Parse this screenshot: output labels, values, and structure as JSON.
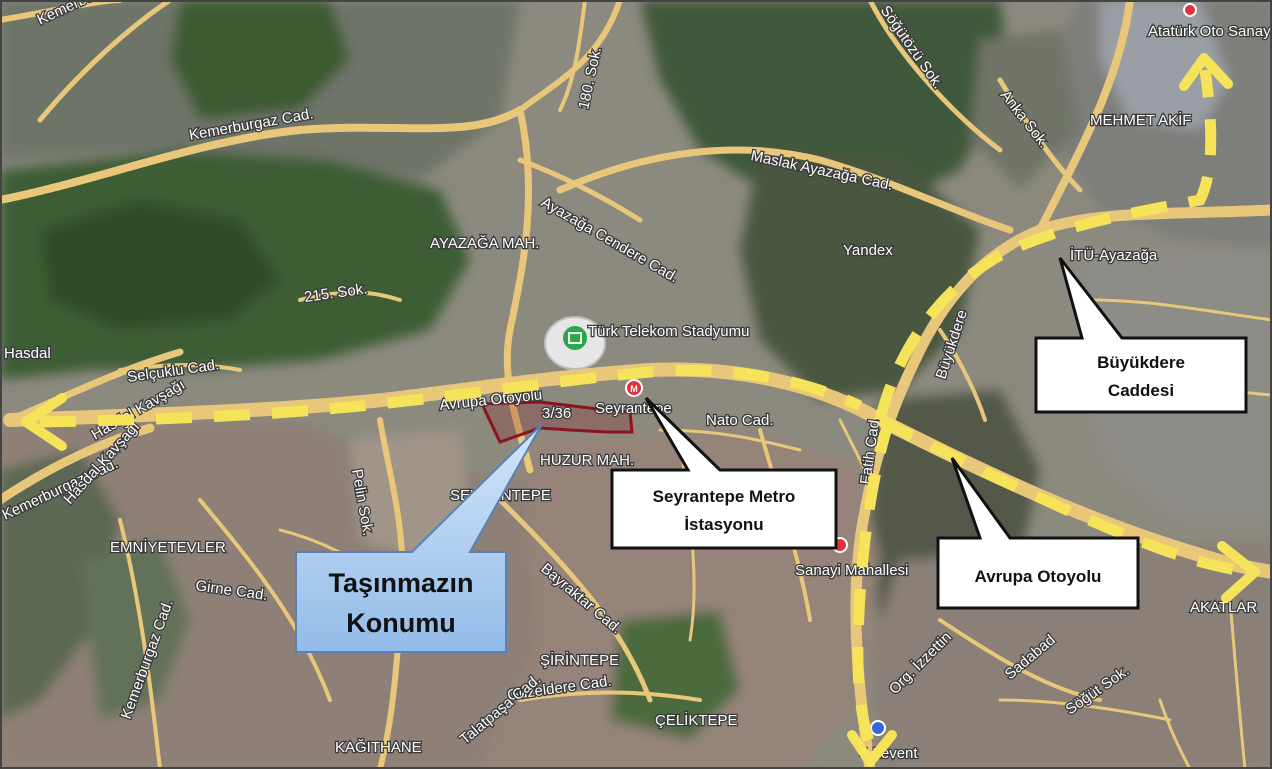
{
  "map": {
    "road_labels": {
      "kemerburgaz_1": "Kemerburgaz Cad.",
      "kemerburgaz_2": "Kemerburgaz Cad.",
      "kemerburgaz_3": "Kemerburgaz Cad.",
      "kemerburgaz_4": "Kemerburgaz Cad.",
      "sok_180": "180. Sok.",
      "sogutozu": "Söğütözü Sok.",
      "anka": "Anka Sok.",
      "maslak_ayazaga": "Maslak Ayazağa Cad.",
      "ayazaga_cendere": "Ayazağa Cendere Cad.",
      "sok_215": "215. Sok.",
      "selcuklu": "Selçuklu Cad.",
      "hasdal_1": "Hasdal Kavşağı",
      "hasdal_2": "Hasdal Kavşağı",
      "avrupa_otoyolu": "Avrupa Otoyolu",
      "nato": "Nato Cad.",
      "pelin": "Pelin Sok.",
      "girne": "Girne Cad.",
      "bayraktar": "Bayraktar Cad.",
      "guzeldere": "Güzeldere Cad.",
      "talatpasa": "Talatpaşa Cad.",
      "org_izzettin": "Org. İzzettin",
      "sadabad": "Sadabad",
      "sogut": "Söğüt Sok.",
      "buyukdere_road": "Büyükdere",
      "fatih": "Fatih Cad.",
      "ayazaga_mah": "AYAZAĞA MAH.",
      "huzur_mah": "HUZUR MAH.",
      "seyrantepe_mah": "SEYRANTEPE",
      "sirintepe": "ŞİRİNTEPE",
      "celiktepe": "ÇELİKTEPE",
      "kagithane": "KAĞITHANE",
      "emniyet": "EMNİYETEVLER",
      "akatlar": "AKATLAR",
      "mehmet_akif": "MEHMET AKİF",
      "telekom": "Türk Telekom Stadyumu",
      "ataturk_oto": "Atatürk Oto Sanayi",
      "itu_ayazaga": "İTÜ-Ayazağa",
      "seyrantepe_metro": "Seyrantepe",
      "sanayi": "Sanayi Mahallesi",
      "levent": "4.Levent",
      "yandex": "Yandex",
      "hasdal_w": "Hasdal",
      "parcel": "3/36"
    },
    "callouts": {
      "buyukdere_line1": "Büyükdere",
      "buyukdere_line2": "Caddesi",
      "metro_line1": "Seyrantepe Metro",
      "metro_line2": "İstasyonu",
      "avrupa": "Avrupa Otoyolu",
      "tasinmaz_line1": "Taşınmazın",
      "tasinmaz_line2": "Konumu"
    },
    "colors": {
      "route": "#f5e35a",
      "parcel_outline": "#8b1420",
      "callout_fill": "#ffffff",
      "highlight_fill": "#a9ccf0",
      "metro_marker": "#e0333a",
      "road": "#e8c77a"
    }
  }
}
